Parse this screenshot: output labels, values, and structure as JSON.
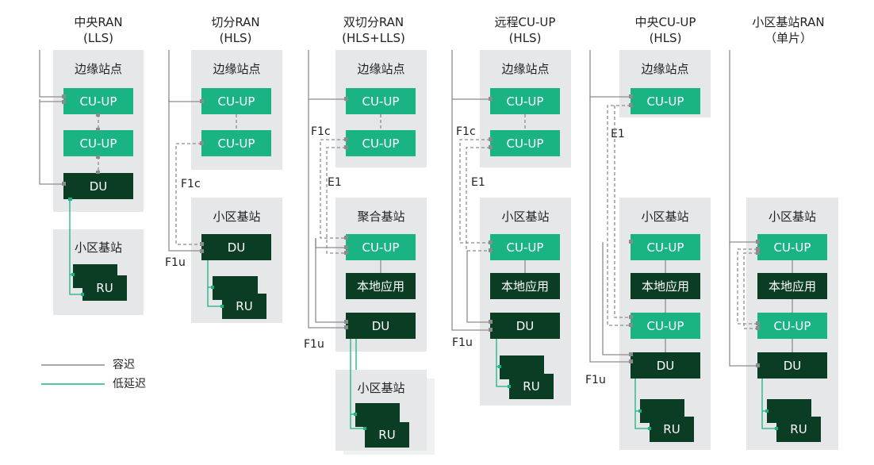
{
  "colors": {
    "panel": "#e6e7e8",
    "light_node": "#1ab383",
    "dark_node": "#0b3d24",
    "latency_line": "#8c8c8c",
    "low_latency_line": "#1ab383"
  },
  "columns": [
    {
      "title_line1": "中央RAN",
      "title_line2": "(LLS)"
    },
    {
      "title_line1": "切分RAN",
      "title_line2": "(HLS)"
    },
    {
      "title_line1": "双切分RAN",
      "title_line2": "(HLS+LLS)"
    },
    {
      "title_line1": "远程CU-UP",
      "title_line2": "(HLS)"
    },
    {
      "title_line1": "中央CU-UP",
      "title_line2": "(HLS)"
    },
    {
      "title_line1": "小区基站RAN",
      "title_line2": "（单片）"
    }
  ],
  "labels": {
    "edge_site": "边缘站点",
    "cell_site": "小区基站",
    "aggregation_site": "聚合基站",
    "cu_up": "CU-UP",
    "du": "DU",
    "ru": "RU",
    "local_app": "本地应用",
    "f1c": "F1c",
    "f1u": "F1u",
    "e1": "E1"
  },
  "legend": {
    "latency": "容迟",
    "low_latency": "低延迟"
  }
}
